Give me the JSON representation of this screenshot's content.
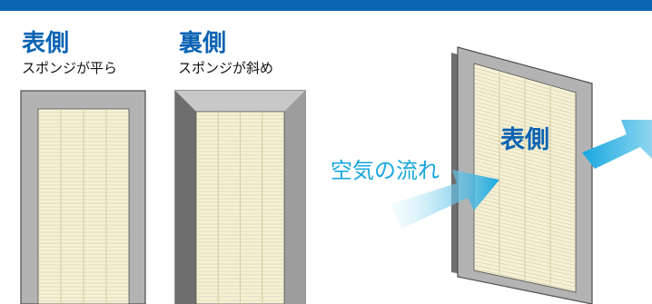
{
  "front": {
    "title": "表側",
    "subtitle": "スポンジが平ら"
  },
  "back": {
    "title": "裏側",
    "subtitle": "スポンジが斜め"
  },
  "flow": {
    "label": "空気の流れ"
  },
  "filter_label": "表側",
  "colors": {
    "banner": "#0b63b3",
    "title": "#0b63b3",
    "frame_light": "#b3b3b3",
    "frame_dark": "#6e6e6e",
    "filter_fill": "#f6f1d6",
    "filter_line": "#cfc79e",
    "arrow_start": "#d8f2fb",
    "arrow_end": "#18a7de"
  }
}
